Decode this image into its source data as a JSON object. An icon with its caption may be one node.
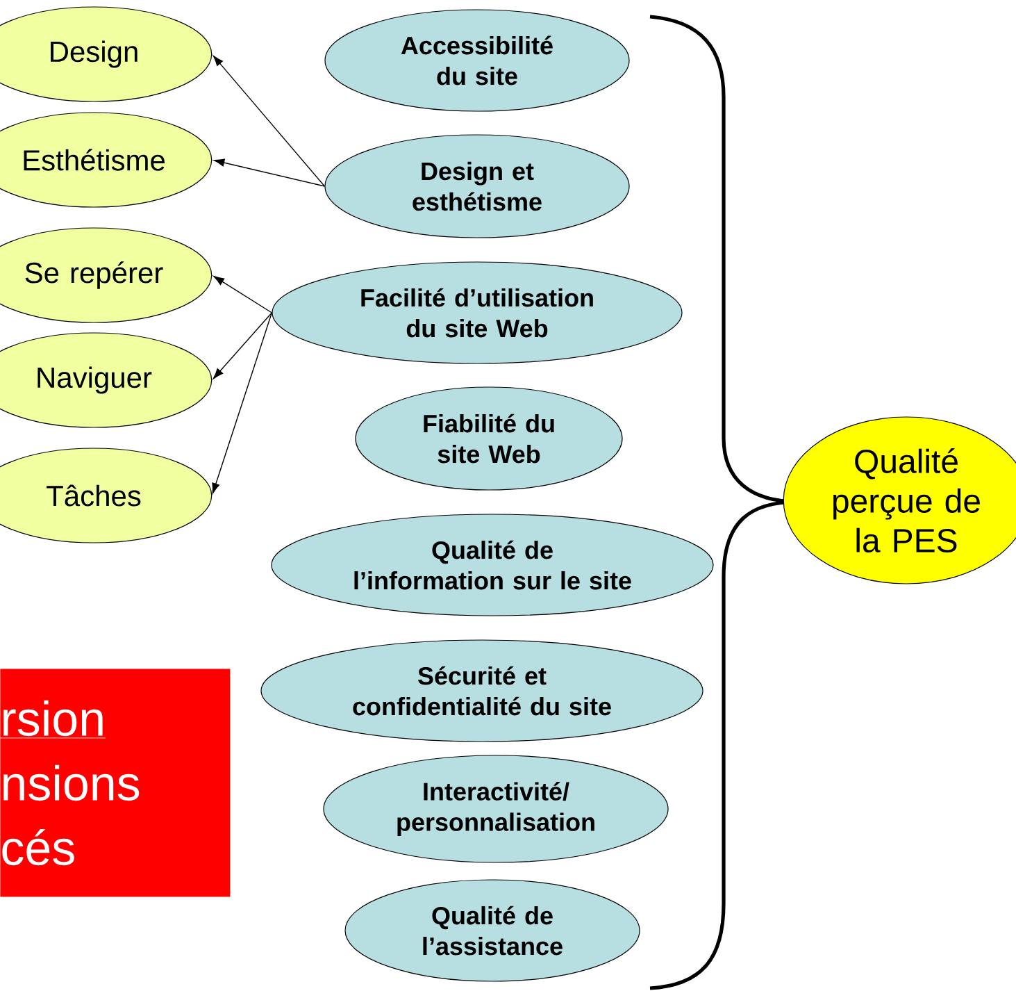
{
  "diagram": {
    "nodes": [
      {
        "text": [
          "Design"
        ]
      },
      {
        "text": [
          "Esthétisme"
        ]
      },
      {
        "text": [
          "Se repérer"
        ]
      },
      {
        "text": [
          "Naviguer"
        ]
      },
      {
        "text": [
          "Tâches"
        ]
      },
      {
        "text": [
          "Accessibilité du site"
        ]
      },
      {
        "text": [
          "Design et esthétisme"
        ]
      },
      {
        "text": [
          "Facilité d’utilisation du site Web"
        ]
      },
      {
        "text": [
          "Fiabilité du site Web"
        ]
      },
      {
        "text": [
          "Qualité de l’information sur le site"
        ]
      },
      {
        "text": [
          "Sécurité et confidentialité du site"
        ]
      },
      {
        "text": [
          "Interactivité/ personnalisation"
        ]
      },
      {
        "text": [
          "Qualité de l’assistance"
        ]
      },
      {
        "text": [
          "Qualité perçue de la PES"
        ]
      },
      {
        "text": [
          "rsion",
          "nsions",
          "cés"
        ]
      }
    ],
    "edges": [
      {
        "from": 6,
        "to": 0,
        "arrow": "to"
      },
      {
        "from": 6,
        "to": 1,
        "arrow": "to"
      },
      {
        "from": 7,
        "to": 2,
        "arrow": "to"
      },
      {
        "from": 7,
        "to": 3,
        "arrow": "to"
      },
      {
        "from": 7,
        "to": 4,
        "arrow": "to"
      }
    ]
  }
}
